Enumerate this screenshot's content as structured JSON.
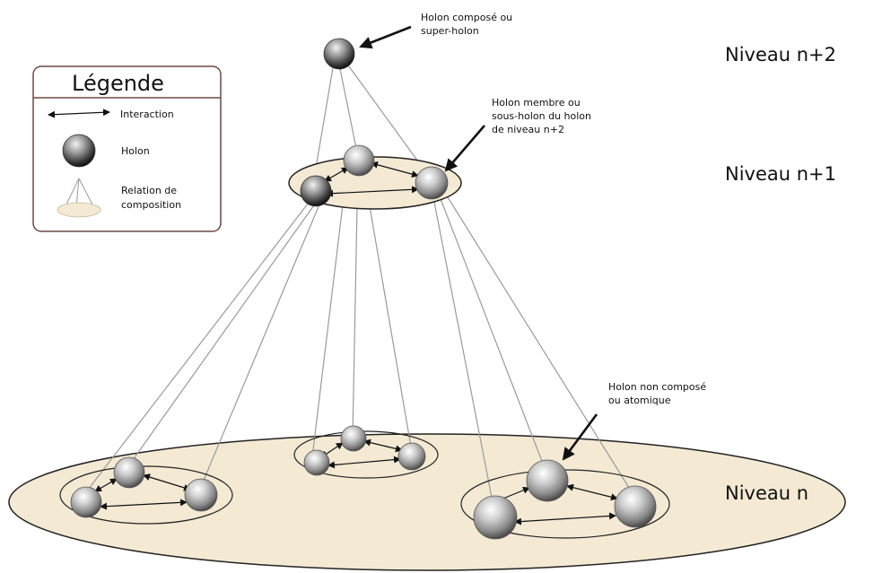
{
  "legend": {
    "title": "Légende",
    "interaction": "Interaction",
    "holon": "Holon",
    "relation_line1": "Relation de",
    "relation_line2": "composition"
  },
  "levels": {
    "n_plus_2": "Niveau n+2",
    "n_plus_1": "Niveau n+1",
    "n": "Niveau n"
  },
  "annotations": {
    "super_holon_line1": "Holon composé ou",
    "super_holon_line2": "super-holon",
    "member_line1": "Holon membre ou",
    "member_line2": "sous-holon du holon",
    "member_line3": "de niveau n+2",
    "atomic_line1": "Holon non composé",
    "atomic_line2": "ou atomique"
  },
  "colors": {
    "disc_fill": "#f4e9d3",
    "composition_line": "#9a9a9a",
    "outline": "#222222"
  }
}
